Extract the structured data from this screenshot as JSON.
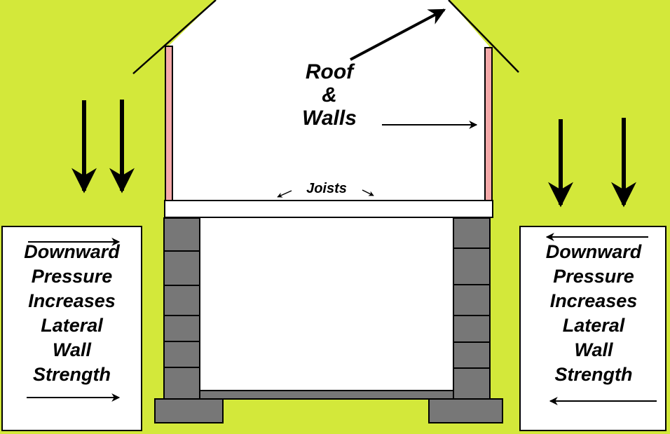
{
  "colors": {
    "background": "#d3e83a",
    "block": "#777777",
    "wall_stud": "#f4a9a9",
    "white": "#ffffff",
    "outline": "#000000"
  },
  "labels": {
    "roof_line1": "Roof",
    "roof_line2": "&",
    "roof_line3": "Walls",
    "joists": "Joists"
  },
  "left_panel": {
    "lines": [
      "Downward",
      "Pressure",
      "Increases",
      "Lateral",
      "Wall",
      "Strength"
    ],
    "arrow_direction": "right"
  },
  "right_panel": {
    "lines": [
      "Downward",
      "Pressure",
      "Increases",
      "Lateral",
      "Wall",
      "Strength"
    ],
    "arrow_direction": "left"
  },
  "pressure_arrows": {
    "direction": "down",
    "count_per_side": 2
  }
}
